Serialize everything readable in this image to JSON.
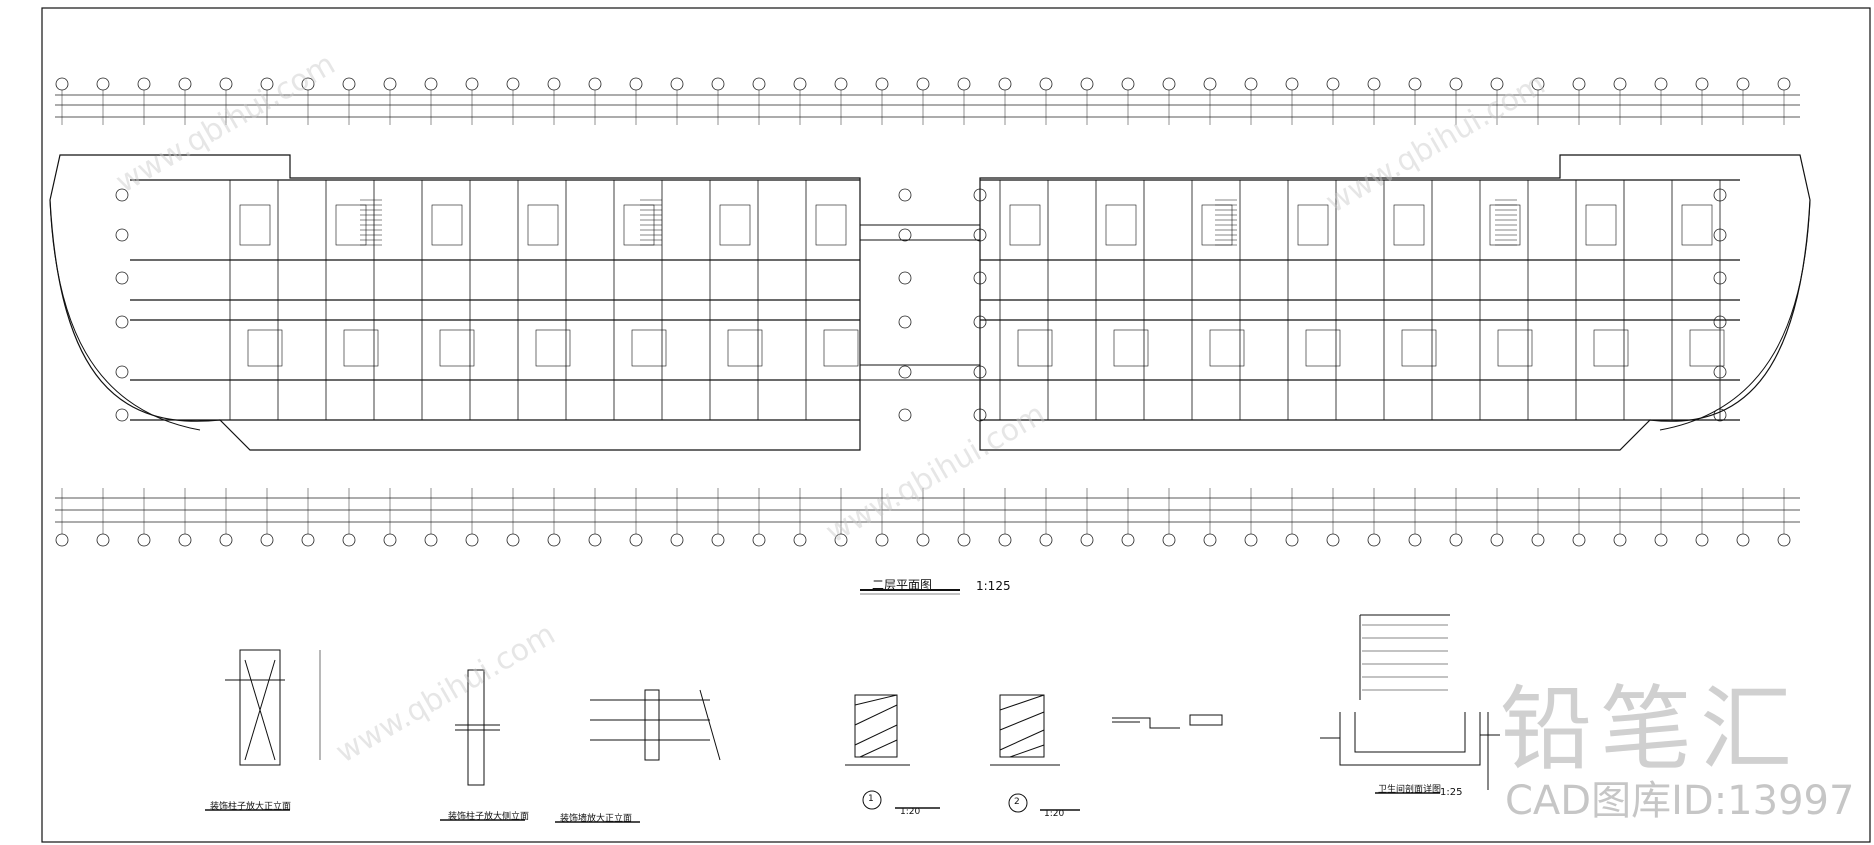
{
  "drawing": {
    "main_plan_title": "二层平面图",
    "main_plan_scale": "1:125"
  },
  "details": [
    {
      "title": "装饰柱子放大正立面"
    },
    {
      "title": "装饰柱子放大侧立面"
    },
    {
      "title": "装饰墙放大正立面"
    },
    {
      "title": "",
      "mark": "1",
      "scale": "1:20"
    },
    {
      "title": "",
      "mark": "2",
      "scale": "1:20"
    },
    {
      "title": ""
    },
    {
      "title": "卫生间剖面详图",
      "scale": "1:25"
    }
  ],
  "watermark": {
    "logo": "铅笔汇",
    "id_text": "CAD图库ID:13997",
    "url": "www.qbihui.com"
  },
  "colors": {
    "line": "#111111",
    "background": "#ffffff",
    "watermark": "#aaaaaa"
  }
}
